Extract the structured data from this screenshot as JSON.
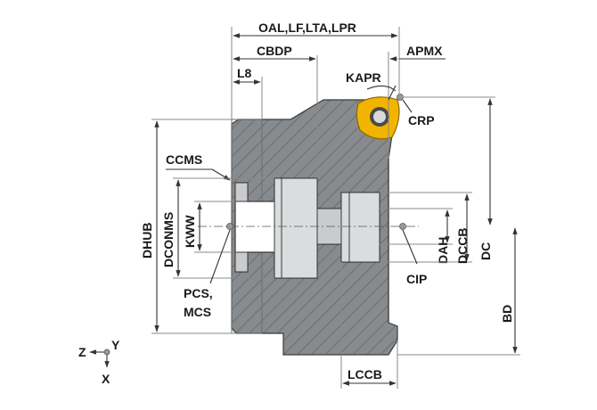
{
  "labels": {
    "oal": "OAL,LF,LTA,LPR",
    "cbdp": "CBDP",
    "apmx": "APMX",
    "l8": "L8",
    "kapr": "KAPR",
    "crp": "CRP",
    "ccms": "CCMS",
    "dhub": "DHUB",
    "dconms": "DCONMS",
    "kww": "KWW",
    "dah": "DAH",
    "dccb": "DCCB",
    "dc": "DC",
    "cip": "CIP",
    "pcs": "PCS,",
    "mcs": "MCS",
    "bd": "BD",
    "lccb": "LCCB",
    "axis_z": "Z",
    "axis_y": "Y",
    "axis_x": "X"
  },
  "colors": {
    "body": "#888b8e",
    "hatch": "#5c5f62",
    "insert": "#f2b400",
    "outline": "#3a3a3a"
  }
}
